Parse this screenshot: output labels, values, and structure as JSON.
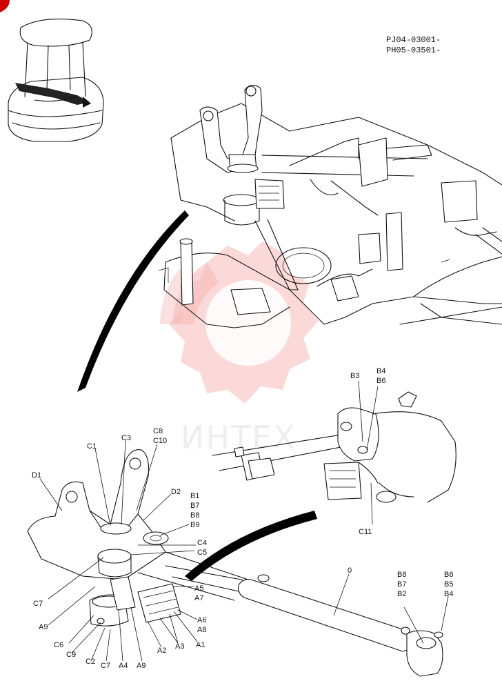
{
  "header": {
    "codes": [
      "PJ04-03001-",
      "PH05-03501-"
    ]
  },
  "watermark": {
    "text": "ИНТЕХ",
    "color": "#f4a6a6"
  },
  "callouts": {
    "B3": "B3",
    "B4a": "B4",
    "B6a": "B6",
    "C11": "C11",
    "C8": "C8",
    "C10": "C10",
    "C3": "C3",
    "C1": "C1",
    "D1": "D1",
    "D2": "D2",
    "B1": "B1",
    "B7a": "B7",
    "B8a": "B8",
    "B9": "B9",
    "C4": "C4",
    "C5": "C5",
    "C7a": "C7",
    "A9a": "A9",
    "C6": "C6",
    "C9": "C9",
    "C2": "C2",
    "C7b": "C7",
    "A4": "A4",
    "A9b": "A9",
    "A2": "A2",
    "A3": "A3",
    "A1": "A1",
    "A5": "A5",
    "A7": "A7",
    "A6": "A6",
    "A8": "A8",
    "zero": "0",
    "B8b": "B8",
    "B7b": "B7",
    "B2": "B2",
    "B6b": "B6",
    "B5": "B5",
    "B4b": "B4"
  },
  "colors": {
    "line": "#111111",
    "wedge": "#000000",
    "badge": "#cc0000"
  }
}
